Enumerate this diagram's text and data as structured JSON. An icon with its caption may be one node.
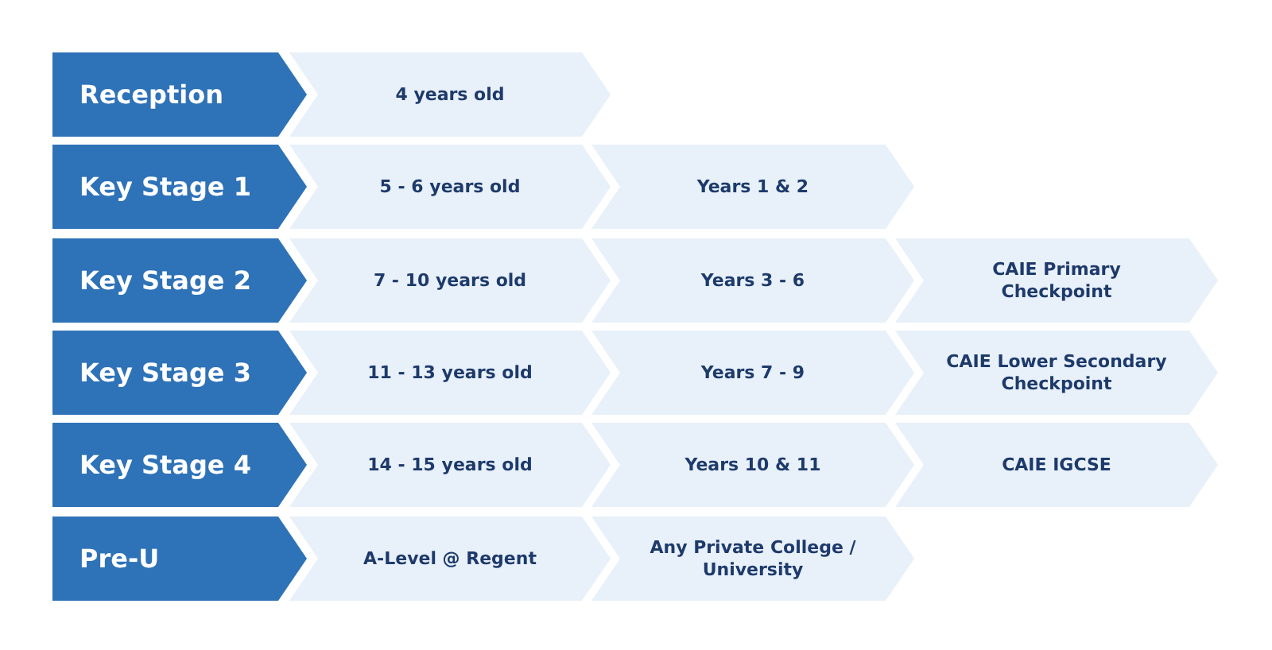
{
  "diagram": {
    "nodes": [
      {
        "text": [
          "Reception"
        ]
      },
      {
        "text": [
          "4 years old"
        ]
      },
      {
        "text": [
          "Key Stage 1"
        ]
      },
      {
        "text": [
          "5 - 6 years old"
        ]
      },
      {
        "text": [
          "Years 1 & 2"
        ]
      },
      {
        "text": [
          "Key Stage 2"
        ]
      },
      {
        "text": [
          "7 - 10 years old"
        ]
      },
      {
        "text": [
          "Years 3 - 6"
        ]
      },
      {
        "text": [
          "CAIE Primary Checkpoint"
        ]
      },
      {
        "text": [
          "Key Stage 3"
        ]
      },
      {
        "text": [
          "11 - 13 years old"
        ]
      },
      {
        "text": [
          "Years 7 - 9"
        ]
      },
      {
        "text": [
          "CAIE Lower Secondary Checkpoint"
        ]
      },
      {
        "text": [
          "Key Stage 4"
        ]
      },
      {
        "text": [
          "14 - 15 years old"
        ]
      },
      {
        "text": [
          "Years 10 & 11"
        ]
      },
      {
        "text": [
          "CAIE IGCSE"
        ]
      },
      {
        "text": [
          "Pre-U"
        ]
      },
      {
        "text": [
          "A-Level @ Regent"
        ]
      },
      {
        "text": [
          "Any Private College / University"
        ]
      }
    ]
  }
}
